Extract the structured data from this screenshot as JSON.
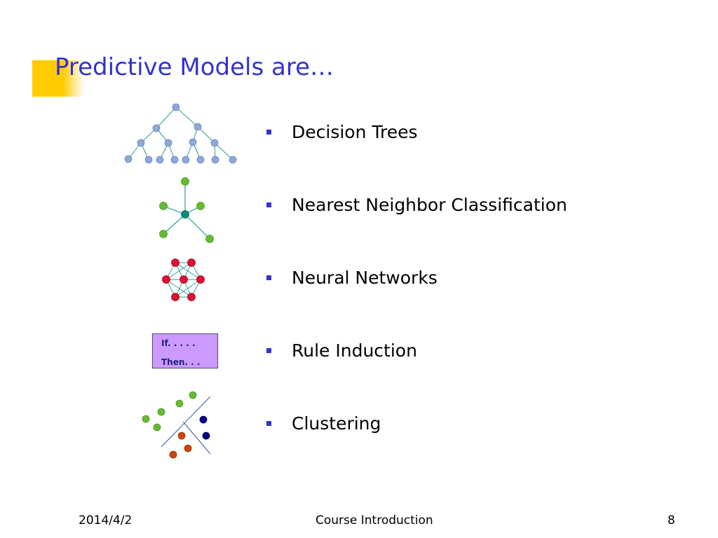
{
  "slide": {
    "title": "Predictive Models are…",
    "bullets": [
      {
        "label": "Decision Trees",
        "icon": "tree-diagram-icon"
      },
      {
        "label": "Nearest Neighbor Classification",
        "icon": "nearest-neighbor-icon"
      },
      {
        "label": "Neural Networks",
        "icon": "neural-network-icon"
      },
      {
        "label": "Rule Induction",
        "icon": "rule-box-icon"
      },
      {
        "label": "Clustering",
        "icon": "clustering-icon"
      }
    ],
    "rule_box": {
      "if_text": "If. . . . .",
      "then_text": "Then. . ."
    }
  },
  "footer": {
    "date": "2014/4/2",
    "title": "Course Introduction",
    "page": "8"
  },
  "colors": {
    "title": "#3333cc",
    "accent": "#ffcc00",
    "bullet": "#3333cc",
    "tree_node": "#8fa8d8",
    "green_node": "#66bb33",
    "center_node": "#0e8a7a",
    "red_node": "#dd1133",
    "navy_node": "#000080",
    "brown_node": "#cc4411",
    "rule_box": "#cc99ff"
  }
}
